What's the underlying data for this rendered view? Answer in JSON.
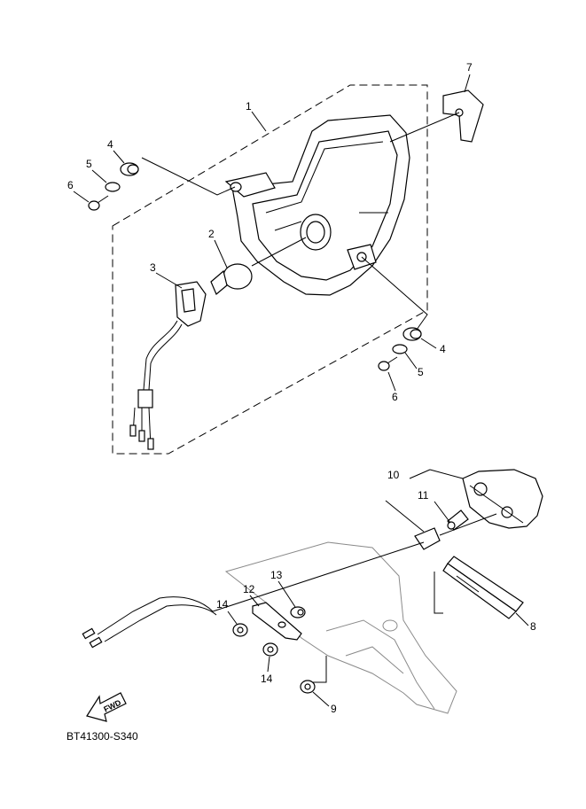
{
  "callouts": {
    "c1": "1",
    "c2": "2",
    "c3": "3",
    "c4a": "4",
    "c4b": "4",
    "c5a": "5",
    "c5b": "5",
    "c6a": "6",
    "c6b": "6",
    "c7": "7",
    "c8": "8",
    "c9": "9",
    "c10": "10",
    "c11": "11",
    "c12": "12",
    "c13": "13",
    "c14a": "14",
    "c14b": "14"
  },
  "fwd_label": "FWD",
  "diagram_code": "BT41300-S340"
}
